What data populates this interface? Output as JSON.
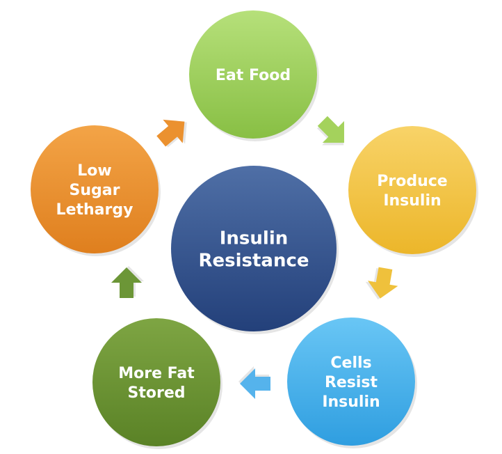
{
  "center": {
    "lines": [
      "Insulin",
      "Resistance"
    ],
    "color_top": "#4f6fa6",
    "color_bottom": "#23407a"
  },
  "cycle": [
    {
      "id": "eat-food",
      "lines": [
        "Eat Food"
      ],
      "color_top": "#b6e07a",
      "color_bottom": "#88bf44"
    },
    {
      "id": "produce-insulin",
      "lines": [
        "Produce",
        "Insulin"
      ],
      "color_top": "#f8d368",
      "color_bottom": "#ecb62a"
    },
    {
      "id": "cells-resist",
      "lines": [
        "Cells",
        "Resist",
        "Insulin"
      ],
      "color_top": "#69c6f5",
      "color_bottom": "#2f9ee0"
    },
    {
      "id": "more-fat-stored",
      "lines": [
        "More Fat",
        "Stored"
      ],
      "color_top": "#7ea543",
      "color_bottom": "#5a8226"
    },
    {
      "id": "low-sugar",
      "lines": [
        "Low",
        "Sugar",
        "Lethargy"
      ],
      "color_top": "#f3a447",
      "color_bottom": "#df7f1e"
    }
  ],
  "arrow_colors": [
    "#a4d25c",
    "#efc13c",
    "#55b3ec",
    "#6c9637",
    "#eb912f"
  ]
}
